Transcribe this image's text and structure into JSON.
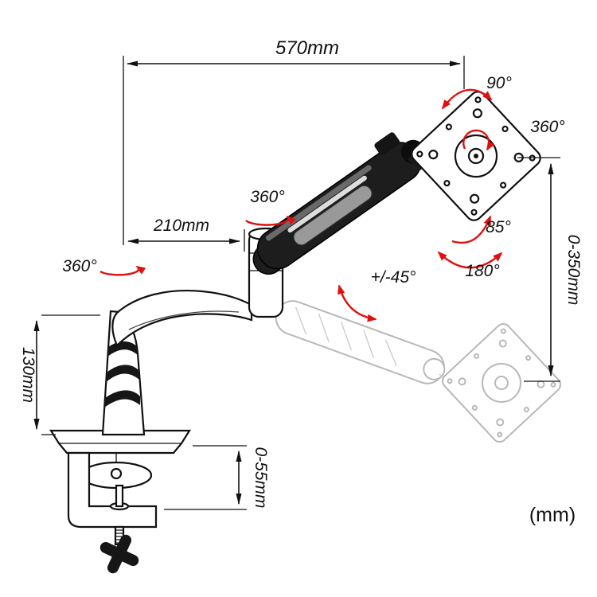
{
  "diagram": {
    "type": "product-dimension-diagram",
    "subject": "gas-spring desk-clamp monitor arm",
    "unit_note": "(mm)"
  },
  "labels": {
    "dim_570": "570mm",
    "dim_210": "210mm",
    "dim_130": "130mm",
    "dim_0_350": "0-350mm",
    "dim_0_55": "0-55mm",
    "deg_90": "90°",
    "deg_360_vesa": "360°",
    "deg_85": "85°",
    "deg_180": "180°",
    "deg_pm45": "+/-45°",
    "deg_360_upper": "360°",
    "deg_360_lower": "360°",
    "unit": "(mm)"
  },
  "colors": {
    "line": "#111111",
    "accent_red": "#e01010",
    "ghost": "#bcbcbc",
    "arm_dark": "#1d1d1d",
    "background": "#ffffff"
  }
}
